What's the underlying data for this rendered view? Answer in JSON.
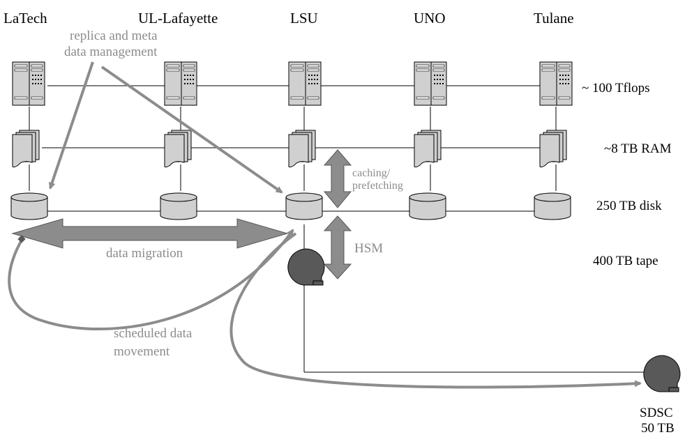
{
  "sites": [
    "LaTech",
    "UL-Lafayette",
    "LSU",
    "UNO",
    "Tulane"
  ],
  "tiers": {
    "compute": "~ 100 Tflops",
    "ram": "~8 TB RAM",
    "disk": "250 TB disk",
    "tape": "400 TB tape"
  },
  "annotations": {
    "replica_line1": "replica and meta",
    "replica_line2": "data management",
    "caching_line1": "caching/",
    "caching_line2": "prefetching",
    "hsm": "HSM",
    "data_migration": "data migration",
    "scheduled_line1": "scheduled data",
    "scheduled_line2": "movement"
  },
  "remote_site": {
    "name": "SDSC",
    "capacity": "50 TB"
  },
  "colors": {
    "line": "#000000",
    "arrow_gray": "#8c8c8c",
    "dark_fill": "#595959",
    "device_fill": "#d0d0d0"
  }
}
